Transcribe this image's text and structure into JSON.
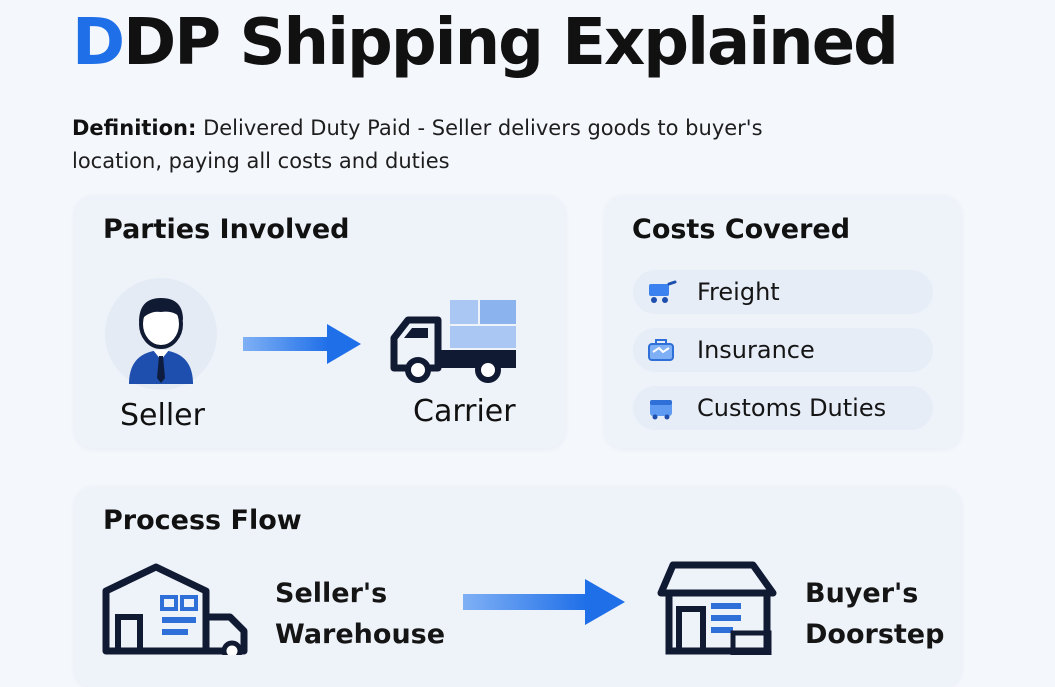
{
  "title": {
    "accent": "D",
    "rest": "DP Shipping Explained"
  },
  "definition": {
    "label": "Definition:",
    "text": " Delivered Duty Paid - Seller delivers goods to buyer's location, paying all costs and duties"
  },
  "parties": {
    "title": "Parties Involved",
    "nodes": [
      {
        "label": "Seller",
        "icon": "businessman-icon"
      },
      {
        "label": "Carrier",
        "icon": "delivery-truck-icon"
      }
    ]
  },
  "costs": {
    "title": "Costs Covered",
    "items": [
      {
        "label": "Freight",
        "icon": "cart-icon"
      },
      {
        "label": "Insurance",
        "icon": "briefcase-icon"
      },
      {
        "label": "Customs Duties",
        "icon": "package-icon"
      }
    ]
  },
  "process": {
    "title": "Process Flow",
    "steps": [
      {
        "label": "Seller's\nWarehouse",
        "icon": "warehouse-icon"
      },
      {
        "label": "Buyer's\nDoorstep",
        "icon": "house-icon"
      }
    ]
  },
  "colors": {
    "accent": "#1f6fe8",
    "arrow": "#2f80f0",
    "icon_dark": "#111a33",
    "icon_light": "#a9c7f2",
    "card": "#eef3fa"
  }
}
